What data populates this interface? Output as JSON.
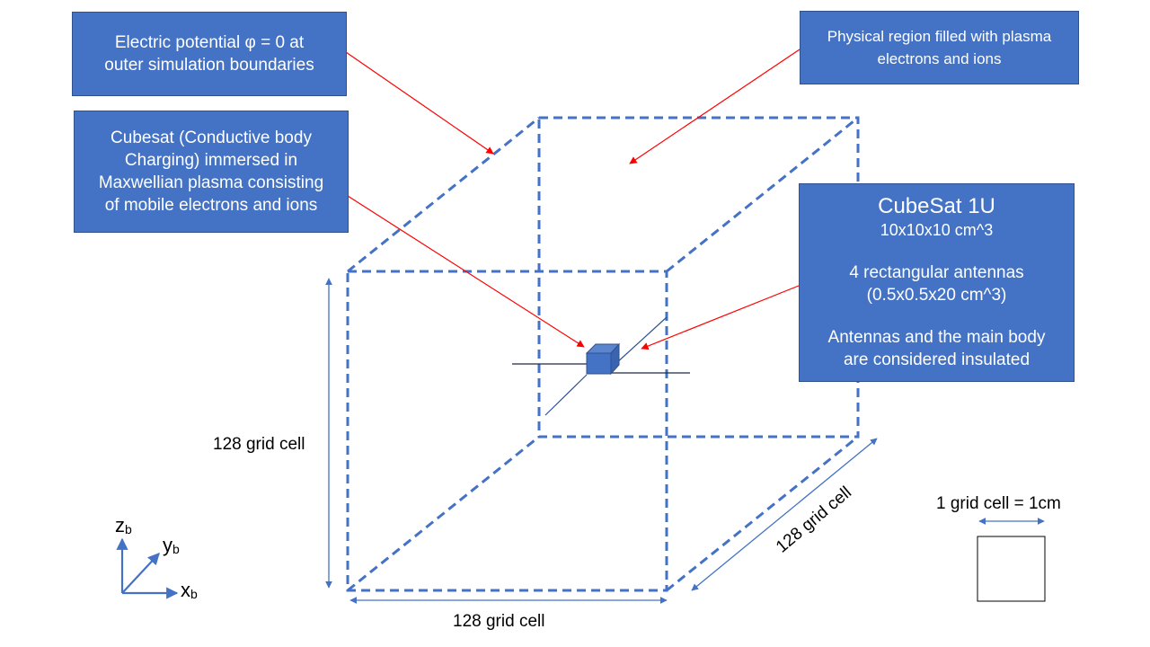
{
  "colors": {
    "box_fill": "#4472c4",
    "box_border": "#2f528f",
    "dashed_edges": "#4472c4",
    "pointer_arrows": "#ff0000",
    "dimension_arrows": "#4472c4"
  },
  "boxes": {
    "boundary": {
      "lines": [
        "Electric potential φ = 0 at",
        "outer simulation boundaries"
      ]
    },
    "region": {
      "lines": [
        "Physical region filled with plasma",
        "electrons and ions"
      ]
    },
    "immersed": {
      "lines": [
        "Cubesat (Conductive body",
        "Charging) immersed in",
        "Maxwellian plasma consisting",
        "of mobile electrons and ions"
      ]
    },
    "cubesat": {
      "title": "CubeSat 1U",
      "size": "10x10x10  cm^3",
      "antennas_line1": "4 rectangular antennas",
      "antennas_line2": "(0.5x0.5x20  cm^3)",
      "insulated_line1": "Antennas and the main body",
      "insulated_line2": "are considered insulated"
    }
  },
  "dimensions": {
    "vertical": "128  grid cell",
    "horizontal": "128  grid cell",
    "depth": "128  grid cell"
  },
  "scale": {
    "label": "1 grid cell = 1cm"
  },
  "axes": {
    "z": "z",
    "y": "y",
    "x": "x",
    "subscript": "b"
  }
}
